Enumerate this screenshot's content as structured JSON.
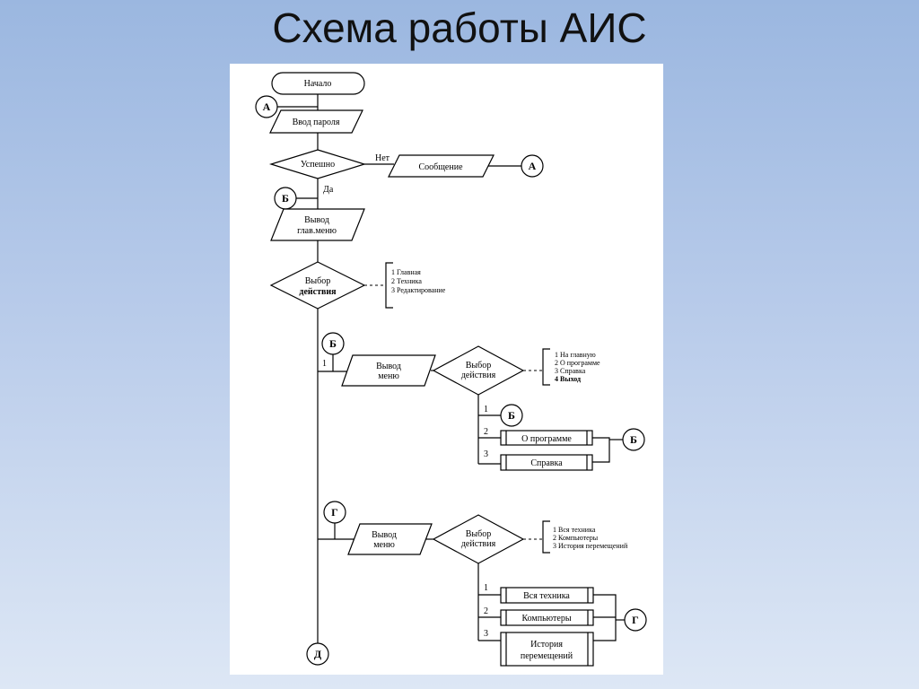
{
  "title": "Схема работы АИС",
  "flowchart": {
    "start": "Начало",
    "password_input": "Ввод пароля",
    "success_check": "Успешно",
    "branch_no": "Нет",
    "branch_yes": "Да",
    "message": "Сообщение",
    "main_menu_output": [
      "Вывод",
      "глав.меню"
    ],
    "action_choice": [
      "Выбор",
      "действия"
    ],
    "main_options": [
      "1 Главная",
      "2 Техника",
      "3 Редактирование"
    ],
    "menu_output": [
      "Вывод",
      "меню"
    ],
    "home_options": [
      "1 На главную",
      "2 О программе",
      "3 Справка",
      "4 Выход"
    ],
    "about_program": "О программе",
    "help": "Справка",
    "tech_options": [
      "1 Вся техника",
      "2 Компьютеры",
      "3 История перемещений"
    ],
    "all_tech": "Вся техника",
    "computers": "Компьютеры",
    "movement_history": [
      "История",
      "перемещений"
    ],
    "branch_numbers": [
      "1",
      "2",
      "3"
    ],
    "connectors": {
      "a": "А",
      "b": "Б",
      "g": "Г",
      "d": "Д"
    }
  }
}
